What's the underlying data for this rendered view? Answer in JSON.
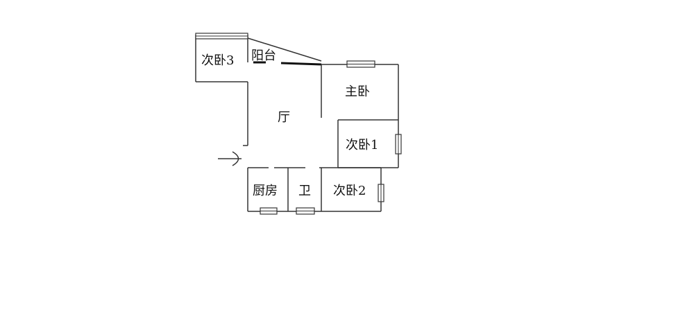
{
  "rooms": {
    "bedroom3": "次卧3",
    "balcony": "阳台",
    "master": "主卧",
    "living": "厅",
    "bedroom1": "次卧1",
    "kitchen": "厨房",
    "bathroom": "卫",
    "bedroom2": "次卧2"
  },
  "colors": {
    "line": "#333333",
    "text": "#111111",
    "background": "#ffffff"
  },
  "icons": {
    "entrance": "entrance-arrow-icon"
  }
}
